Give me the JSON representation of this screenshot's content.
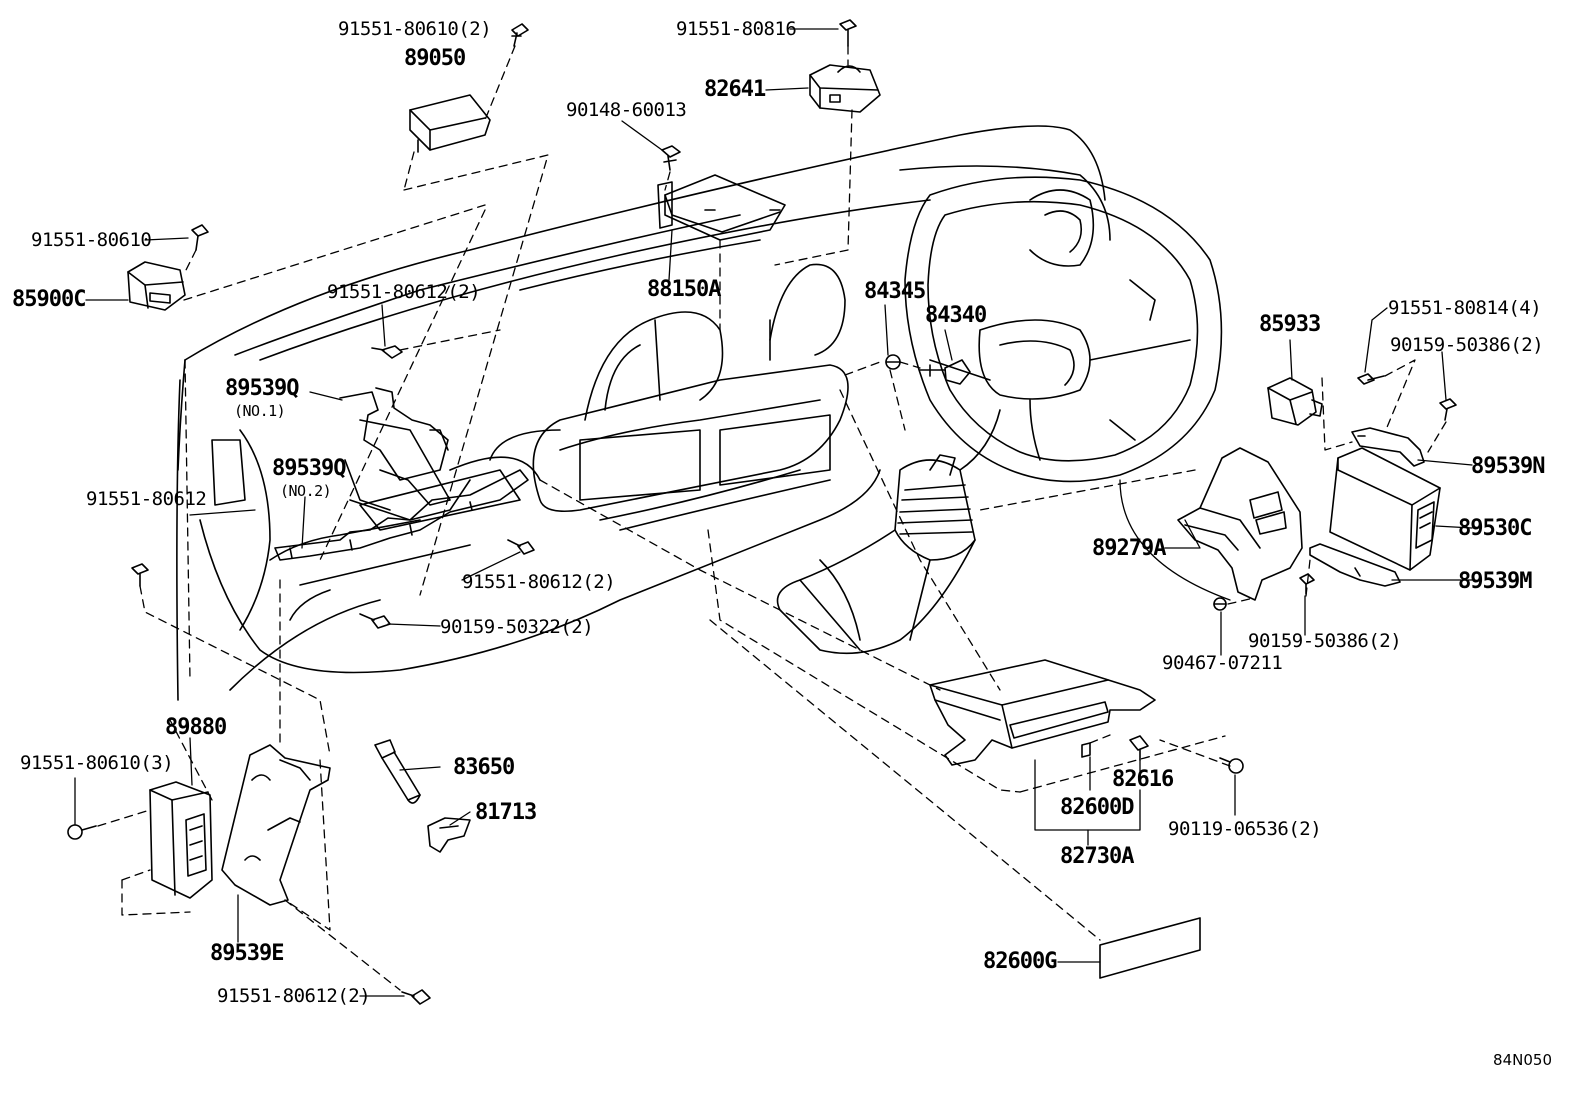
{
  "labels": {
    "l91551_80610_2": "91551-80610(2)",
    "l89050": "89050",
    "l91551_80816": "91551-80816",
    "l82641": "82641",
    "l90148_60013": "90148-60013",
    "l91551_80610": "91551-80610",
    "l85900C": "85900C",
    "l88150A": "88150A",
    "l91551_80612_2a": "91551-80612(2)",
    "l84345": "84345",
    "l84340": "84340",
    "l85933": "85933",
    "l91551_80814_4": "91551-80814(4)",
    "l90159_50386_2a": "90159-50386(2)",
    "l89539Q1": "89539Q",
    "no1": "(NO.1)",
    "l89539Q2": "89539Q",
    "no2": "(NO.2)",
    "l91551_80612": "91551-80612",
    "l89539N": "89539N",
    "l89530C": "89530C",
    "l89279A": "89279A",
    "l89539M": "89539M",
    "l91551_80612_2b": "91551-80612(2)",
    "l90159_50322_2": "90159-50322(2)",
    "l90159_50386_2b": "90159-50386(2)",
    "l90467_07211": "90467-07211",
    "l89880": "89880",
    "l91551_80610_3": "91551-80610(3)",
    "l83650": "83650",
    "l81713": "81713",
    "l82616": "82616",
    "l82600D": "82600D",
    "l90119_06536_2": "90119-06536(2)",
    "l82730A": "82730A",
    "l89539E": "89539E",
    "l91551_80612_2c": "91551-80612(2)",
    "l82600G": "82600G"
  },
  "diagram_code": "84N050"
}
